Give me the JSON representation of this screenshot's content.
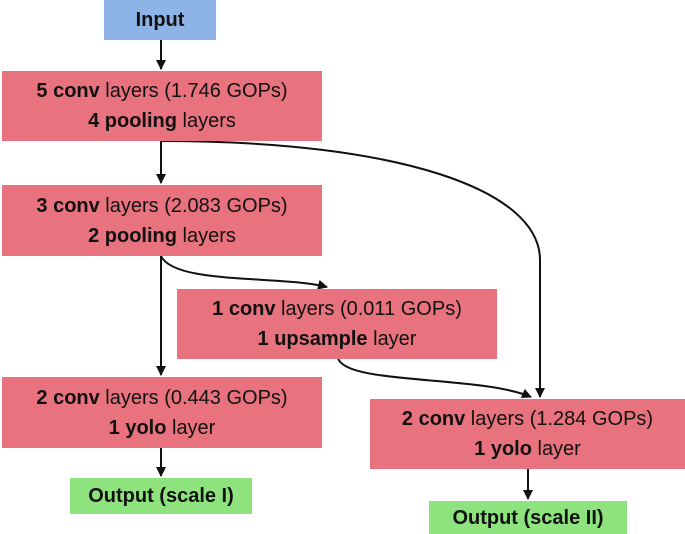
{
  "colors": {
    "input": "#8db3e7",
    "layer": "#e8727d",
    "output": "#8ee37e",
    "arrow": "#111111"
  },
  "nodes": {
    "input": {
      "label": "Input"
    },
    "block1": {
      "line1": {
        "bold": "5 conv",
        "rest": " layers (1.746 GOPs)"
      },
      "line2": {
        "bold": "4 pooling",
        "rest": " layers"
      }
    },
    "block2": {
      "line1": {
        "bold": "3 conv",
        "rest": " layers (2.083 GOPs)"
      },
      "line2": {
        "bold": "2 pooling",
        "rest": " layers"
      }
    },
    "block3": {
      "line1": {
        "bold": "1 conv",
        "rest": " layers (0.011 GOPs)"
      },
      "line2": {
        "bold": "1 upsample",
        "rest": " layer"
      }
    },
    "block4": {
      "line1": {
        "bold": "2 conv",
        "rest": " layers (0.443 GOPs)"
      },
      "line2": {
        "bold": "1 yolo",
        "rest": " layer"
      }
    },
    "block5": {
      "line1": {
        "bold": "2 conv",
        "rest": " layers (1.284 GOPs)"
      },
      "line2": {
        "bold": "1 yolo",
        "rest": " layer"
      }
    },
    "output1": {
      "label": "Output (scale I)"
    },
    "output2": {
      "label": "Output (scale II)"
    }
  }
}
